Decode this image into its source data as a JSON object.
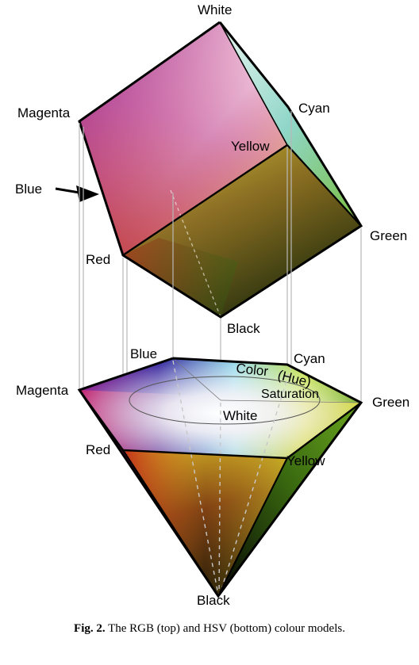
{
  "rgb_cube": {
    "labels": {
      "white": "White",
      "magenta": "Magenta",
      "cyan": "Cyan",
      "yellow": "Yellow",
      "blue": "Blue",
      "red": "Red",
      "green": "Green",
      "black": "Black"
    }
  },
  "hsv_cone": {
    "labels": {
      "blue": "Blue",
      "cyan": "Cyan",
      "magenta": "Magenta",
      "green": "Green",
      "white": "White",
      "red": "Red",
      "yellow": "Yellow",
      "black": "Black",
      "hue_color": "Color",
      "hue_paren": "(Hue)",
      "saturation": "Saturation"
    }
  },
  "caption": {
    "label": "Fig. 2.",
    "text": "The RGB (top) and HSV (bottom) colour models."
  },
  "colors": {
    "white": "#ffffff",
    "magenta": "#8a1a8a",
    "cyan": "#6fc9c9",
    "yellow": "#f2ea3a",
    "blue": "#2a1a8a",
    "red": "#c81e1e",
    "green": "#6aa51f",
    "black": "#000000"
  }
}
